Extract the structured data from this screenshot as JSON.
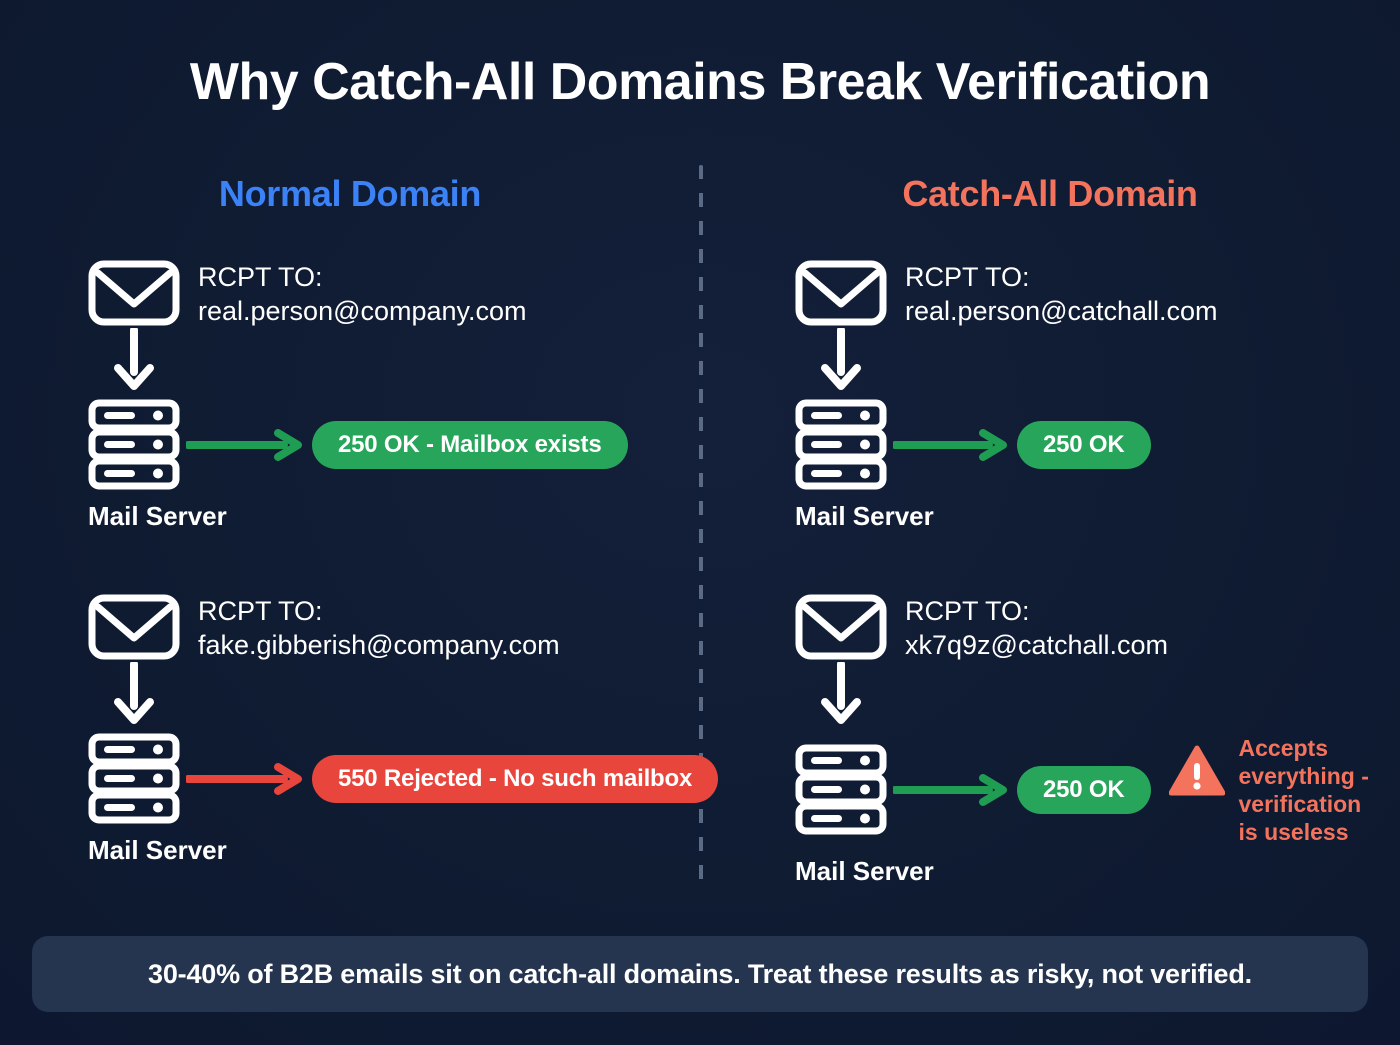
{
  "title": "Why Catch-All Domains Break Verification",
  "colors": {
    "background": "#101c33",
    "normal_accent": "#3b82f6",
    "catchall_accent": "#f4735c",
    "success": "#27a55a",
    "danger": "#e8453c",
    "banner": "#25344f",
    "divider": "#5b6b86"
  },
  "columns": {
    "left": {
      "header": "Normal Domain",
      "flows": [
        {
          "envelope_icon": "envelope-icon",
          "rcpt_label": "RCPT TO:",
          "address": "real.person@company.com",
          "down_arrow_icon": "arrow-down-icon",
          "server_icon": "server-rack-icon",
          "server_label": "Mail Server",
          "response_arrow_icon": "arrow-right-icon",
          "response_status": "success",
          "response": "250 OK - Mailbox exists"
        },
        {
          "envelope_icon": "envelope-icon",
          "rcpt_label": "RCPT TO:",
          "address": "fake.gibberish@company.com",
          "down_arrow_icon": "arrow-down-icon",
          "server_icon": "server-rack-icon",
          "server_label": "Mail Server",
          "response_arrow_icon": "arrow-right-icon",
          "response_status": "danger",
          "response": "550 Rejected - No such mailbox"
        }
      ]
    },
    "right": {
      "header": "Catch-All Domain",
      "flows": [
        {
          "envelope_icon": "envelope-icon",
          "rcpt_label": "RCPT TO:",
          "address": "real.person@catchall.com",
          "down_arrow_icon": "arrow-down-icon",
          "server_icon": "server-rack-icon",
          "server_label": "Mail Server",
          "response_arrow_icon": "arrow-right-icon",
          "response_status": "success",
          "response": "250 OK"
        },
        {
          "envelope_icon": "envelope-icon",
          "rcpt_label": "RCPT TO:",
          "address": "xk7q9z@catchall.com",
          "down_arrow_icon": "arrow-down-icon",
          "server_icon": "server-rack-icon",
          "server_label": "Mail Server",
          "response_arrow_icon": "arrow-right-icon",
          "response_status": "success",
          "response": "250 OK",
          "warning_icon": "warning-triangle-icon",
          "warning_line1": "Accepts",
          "warning_line2": "everything -",
          "warning_line3": "verification",
          "warning_line4": "is useless"
        }
      ]
    }
  },
  "footer": {
    "text": "30-40% of B2B emails sit on catch-all domains. Treat these results as risky, not verified."
  }
}
